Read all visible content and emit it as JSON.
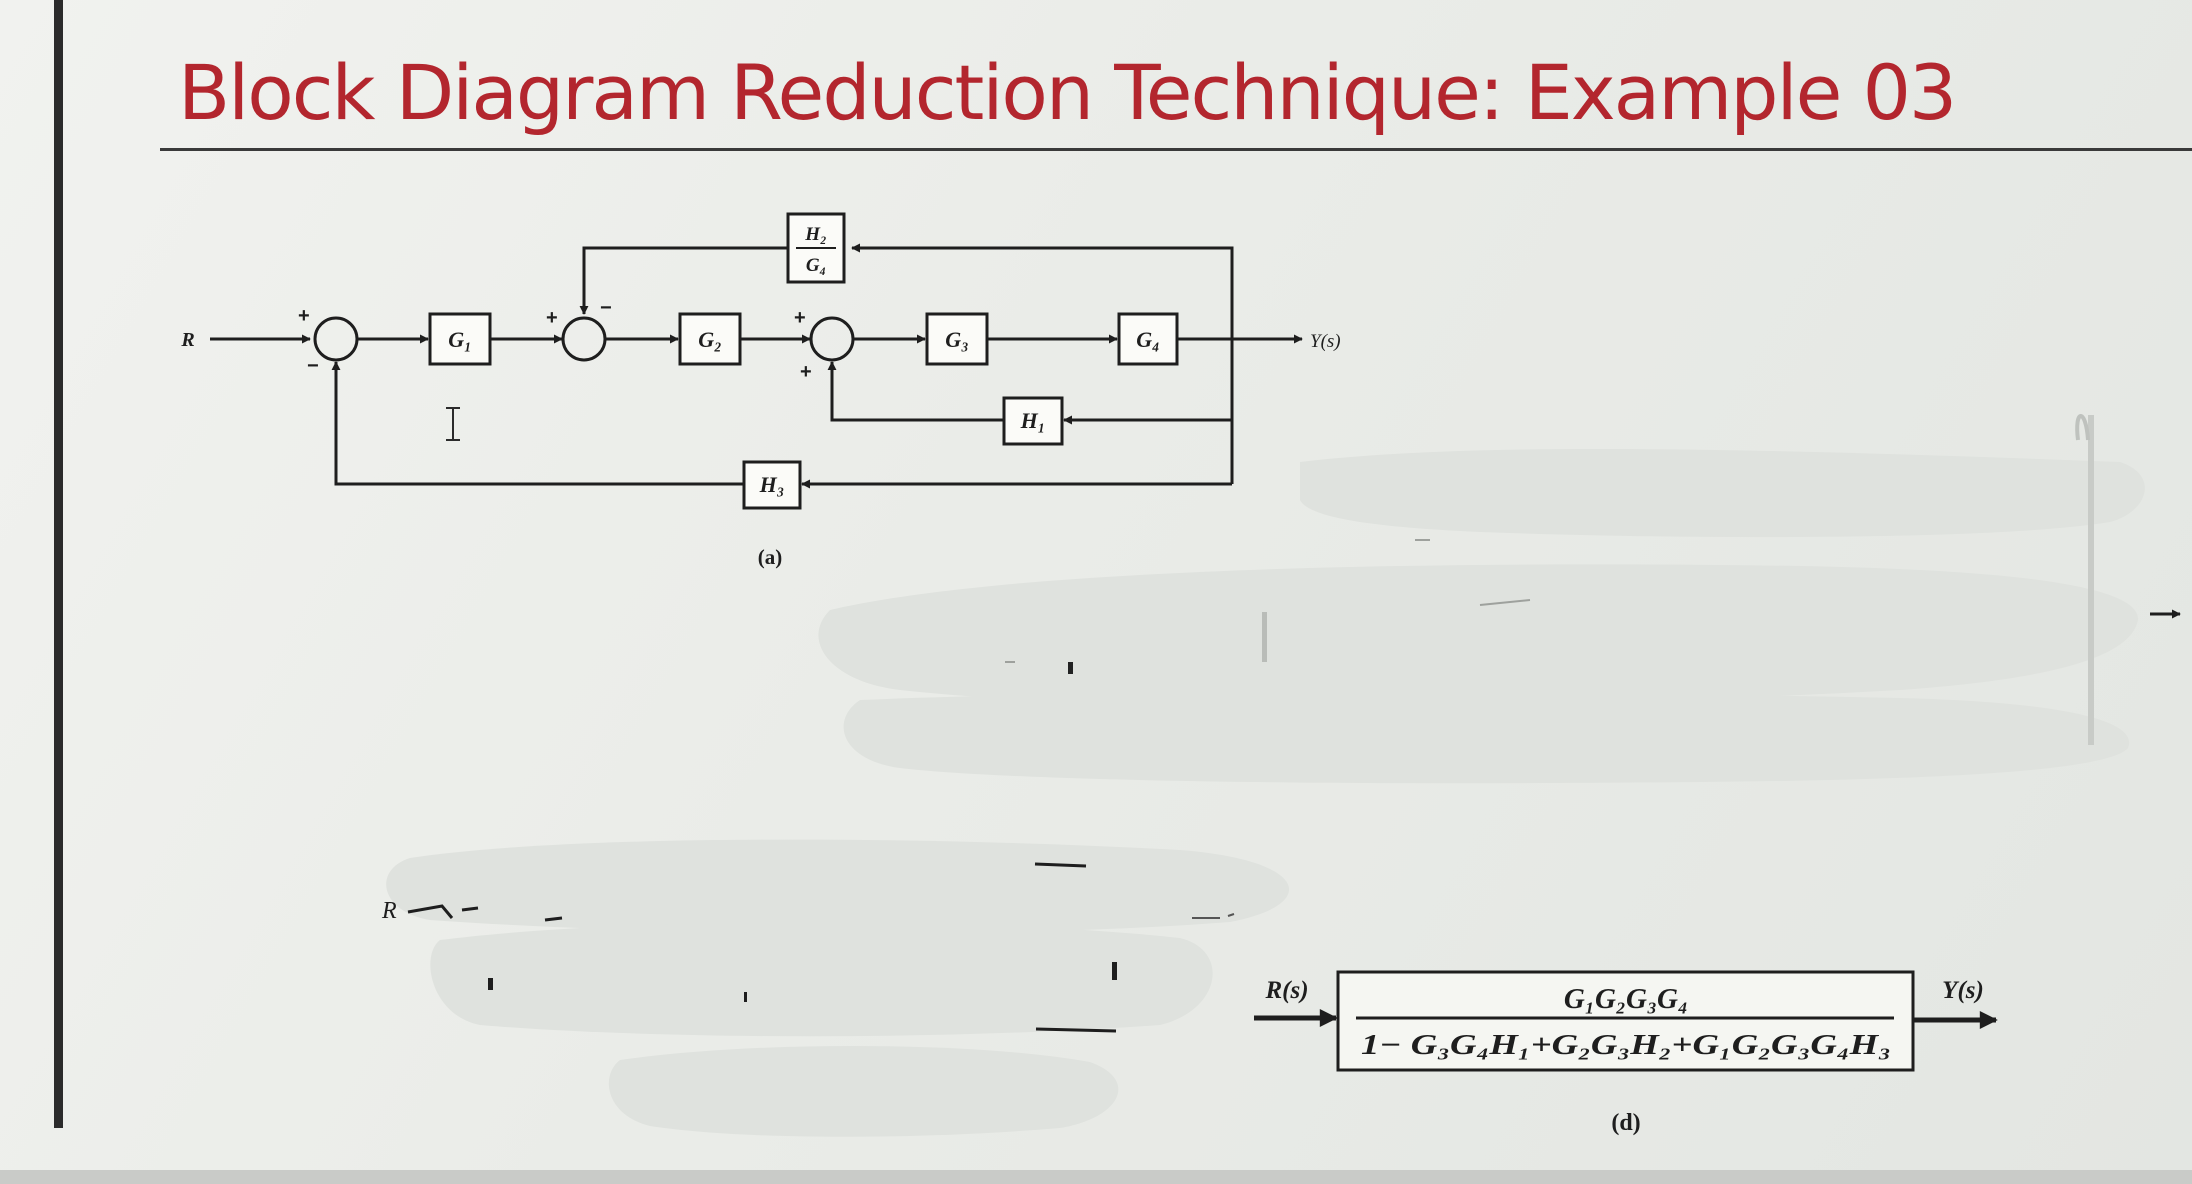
{
  "title": "Block Diagram Reduction Technique: Example 03",
  "diagram_a": {
    "input": "R",
    "output": "Y(s)",
    "blocks": {
      "g1": "G₁",
      "g2": "G₂",
      "g3": "G₃",
      "g4": "G₄",
      "h1": "H₁",
      "h3": "H₃",
      "h2_over_g4": {
        "num": "H₂",
        "den": "G₄"
      }
    },
    "signs": {
      "plus": "+",
      "minus": "−"
    },
    "caption": "(a)"
  },
  "partial": {
    "input": "R"
  },
  "diagram_d": {
    "input": "R(s)",
    "output": "Y(s)",
    "numerator": "G₁G₂G₃G₄",
    "denominator": "1− G₃G₄H₁+G₂G₃H₂+G₁G₂G₃G₄H₃",
    "caption": "(d)"
  },
  "colors": {
    "title": "#b3262e",
    "ink": "#1e1e1e",
    "background": "#eceee9"
  }
}
